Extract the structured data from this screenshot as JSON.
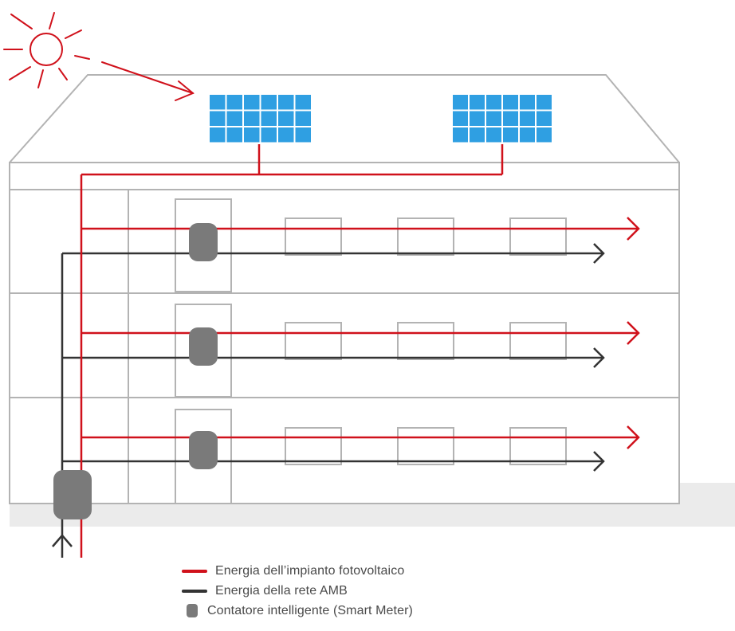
{
  "colors": {
    "pv_energy": "#d0111b",
    "grid_energy": "#333333",
    "smart_meter": "#7a7a7a",
    "building_outline": "#b3b3b3",
    "solar_panel": "#2f9fe2",
    "ground": "#ebebeb"
  },
  "icons": {
    "sun": "sun-icon",
    "solar_panel": "solar-panel-icon",
    "smart_meter": "smart-meter-icon"
  },
  "legend": [
    {
      "key": "pv",
      "label": "Energia dell’impianto fotovoltaico",
      "symbol": "red-line"
    },
    {
      "key": "grid",
      "label": "Energia della rete AMB",
      "symbol": "dark-line"
    },
    {
      "key": "meter",
      "label": "Contatore intelligente (Smart Meter)",
      "symbol": "grey-rounded-box"
    }
  ],
  "building": {
    "floors": 3,
    "solar_panels": 2,
    "smart_meters_per_floor": 1,
    "main_smart_meter": 1
  }
}
